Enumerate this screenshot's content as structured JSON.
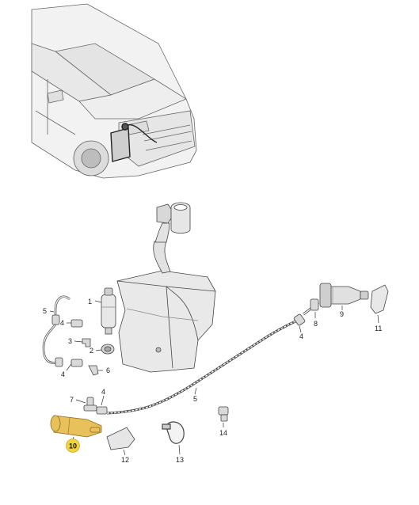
{
  "parts": [
    {
      "number": "1"
    },
    {
      "number": "2"
    },
    {
      "number": "3"
    },
    {
      "number": "4"
    },
    {
      "number": "4"
    },
    {
      "number": "4"
    },
    {
      "number": "5"
    },
    {
      "number": "5"
    },
    {
      "number": "6"
    },
    {
      "number": "7"
    },
    {
      "number": "8"
    },
    {
      "number": "9"
    },
    {
      "number": "10"
    },
    {
      "number": "11"
    },
    {
      "number": "12"
    },
    {
      "number": "13"
    },
    {
      "number": "14"
    }
  ],
  "colors": {
    "highlight_fill": "#f2d43a",
    "highlight_part": "#e8c15a",
    "line": "#333333",
    "tank_fill": "#e9e9e9"
  }
}
